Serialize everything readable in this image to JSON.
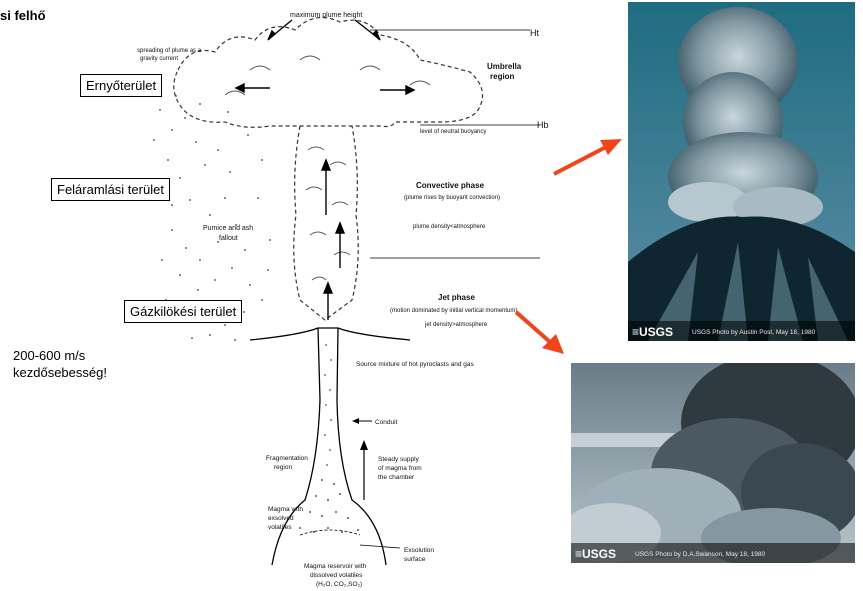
{
  "title_fragment": "si felhő",
  "boxes": {
    "umbrella": "Ernyőterület",
    "convective": "Feláramlási terület",
    "jet": "Gázkilökési terület"
  },
  "note": {
    "line1": "200-600 m/s",
    "line2": "kezdősebesség!"
  },
  "diagram": {
    "max_plume_height": "maximum plume height",
    "ht": "Ht",
    "hb": "Hb",
    "spreading_1": "spreading of plume as a",
    "spreading_2": "gravity current",
    "umbrella_1": "Umbrella",
    "umbrella_2": "region",
    "neutral_buoyancy": "level of neutral buoyancy",
    "convective_phase": "Convective phase",
    "convective_sub": "(plume rises by buoyant convection)",
    "plume_density": "plume density<atmosphere",
    "pumice_1": "Pumice and ash",
    "pumice_2": "fallout",
    "jet_phase": "Jet phase",
    "jet_sub": "(motion dominated by initial vertical momentum)",
    "jet_density": "jet density>atmosphere",
    "source_mixture": "Source mixture of hot pyroclasts and gas",
    "conduit": "Conduit",
    "fragmentation_1": "Fragmentation",
    "fragmentation_2": "region",
    "steady_1": "Steady supply",
    "steady_2": "of magma from",
    "steady_3": "the chamber",
    "magma_1": "Magma with",
    "magma_2": "exsolved",
    "magma_3": "volatiles",
    "exsolution_1": "Exsolution",
    "exsolution_2": "surface",
    "reservoir_1": "Magma reservoir with",
    "reservoir_2": "dissolved volatiles",
    "reservoir_3": "(H₂O, CO₂,SO₂)"
  },
  "photos": {
    "top": {
      "logo": "≡USGS",
      "credit": "USGS Photo by Austin Post, May 18, 1980"
    },
    "bottom": {
      "logo": "≡USGS",
      "credit": "USGS Photo by D.A.Swanson, May 18, 1980"
    }
  },
  "colors": {
    "arrow": "#f0441a",
    "sky_top": "#1f6c80",
    "sky_bottom": "#5e8fa6"
  }
}
